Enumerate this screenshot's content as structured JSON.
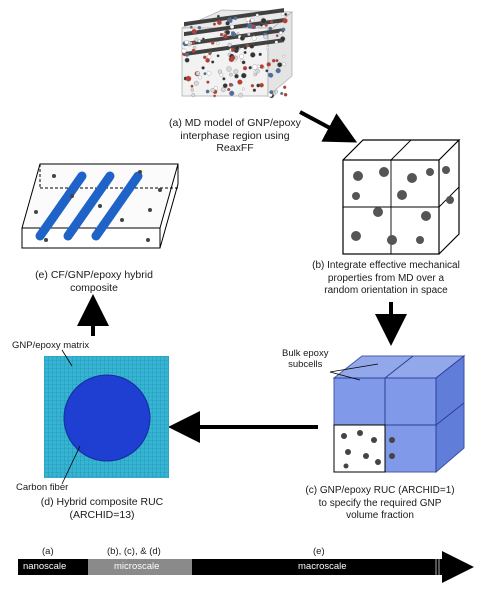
{
  "captions": {
    "a": "(a) MD model of GNP/epoxy\ninterphase region using\nReaxFF",
    "b": "(b) Integrate effective mechanical\nproperties from MD over a\nrandom orientation in space",
    "c": "(c) GNP/epoxy RUC (ARCHID=1)\nto specify the required GNP\nvolume fraction",
    "d": "(d) Hybrid composite RUC\n(ARCHID=13)",
    "e": "(e) CF/GNP/epoxy hybrid\ncomposite"
  },
  "labels": {
    "gnp_matrix": "GNP/epoxy matrix",
    "carbon_fiber": "Carbon fiber",
    "bulk_epoxy": "Bulk epoxy\nsubcells"
  },
  "scale_bar": {
    "above": [
      {
        "text": "(a)"
      },
      {
        "text": "(b), (c), & (d)"
      },
      {
        "text": "(e)"
      }
    ],
    "segments": [
      {
        "text": "nanoscale"
      },
      {
        "text": "microscale"
      },
      {
        "text": "macroscale"
      }
    ]
  },
  "colors": {
    "arrow": "#000000",
    "fiber": "#1f63c9",
    "ruc_matrix": "#33b0cf",
    "ruc_fiber": "#1e3fd1",
    "cube_blue": "#5b7fe0",
    "nanoscale": "#000000",
    "microscale": "#8a8a8a",
    "macroscale": "#000000"
  },
  "icons": [
    "md-simulation-box",
    "gnp-cube",
    "composite-slab",
    "hybrid-ruc",
    "ruc-cube"
  ]
}
